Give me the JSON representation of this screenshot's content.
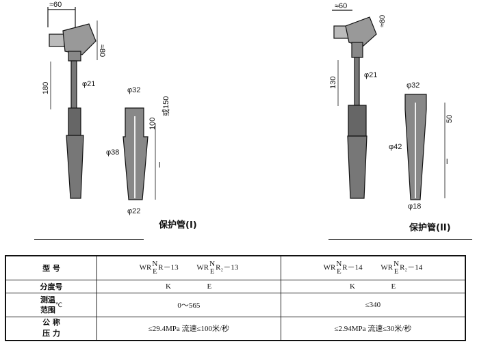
{
  "figure1": {
    "caption": "保护管(I)",
    "dims": {
      "head_width": "≈60",
      "head_height": "≈80",
      "stem_length": "180",
      "stem_dia": "φ21",
      "top_dia": "φ32",
      "len_a": "100",
      "len_b": "或150",
      "mid_dia": "φ38",
      "length": "l",
      "tip_dia": "φ22"
    }
  },
  "figure2": {
    "caption": "保护管(II)",
    "dims": {
      "head_width": "≈60",
      "head_height": "≈80",
      "stem_length": "130",
      "stem_dia": "φ21",
      "top_dia": "φ32",
      "len_a": "50",
      "mid_dia": "φ42",
      "length": "l",
      "tip_dia": "φ18"
    }
  },
  "table": {
    "row_model": {
      "label": "型  号",
      "col1": [
        {
          "pre": "WR",
          "sup": "N",
          "sub": "E",
          "post": "R－13"
        },
        {
          "pre": "WR",
          "sup": "N",
          "sub": "E",
          "post": "R₂－13"
        }
      ],
      "col2": [
        {
          "pre": "WR",
          "sup": "N",
          "sub": "E",
          "post": "R－14"
        },
        {
          "pre": "WR",
          "sup": "N",
          "sub": "E",
          "post": "R₂－14"
        }
      ]
    },
    "row_grad": {
      "label": "分度号",
      "col1": [
        "K",
        "E"
      ],
      "col2": [
        "K",
        "E"
      ]
    },
    "row_temp": {
      "label1": "测温",
      "label2": "范围",
      "unit": "℃",
      "col1": "0～565",
      "col2": "≤340"
    },
    "row_press": {
      "label1": "公  称",
      "label2": "压  力",
      "col1": "≤29.4MPa  流速≤100米/秒",
      "col2": "≤2.94MPa  流速≤30米/秒"
    }
  }
}
